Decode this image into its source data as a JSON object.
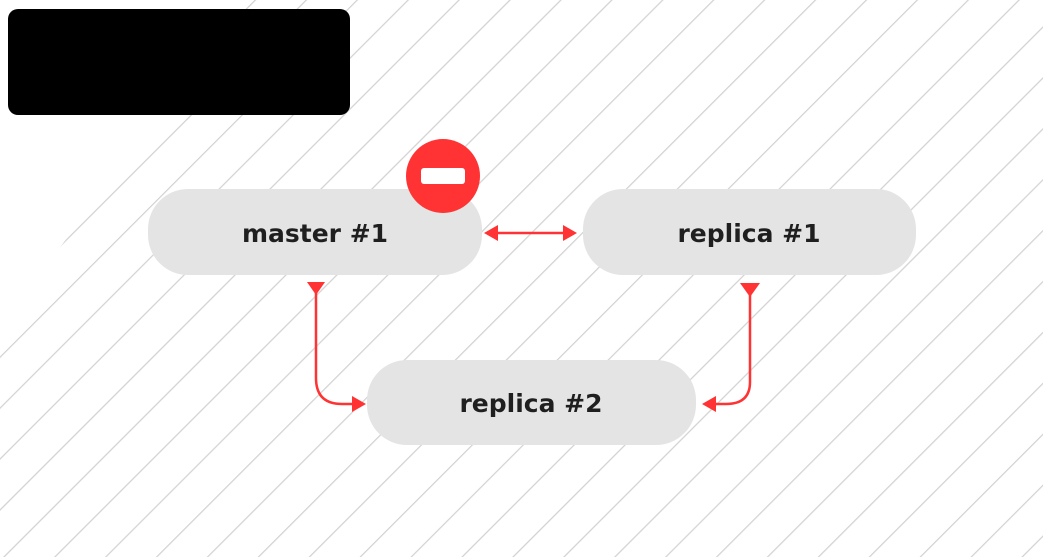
{
  "diagram": {
    "nodes": [
      {
        "id": "master-1",
        "label": "master #1",
        "status": "blocked"
      },
      {
        "id": "replica-1",
        "label": "replica #1"
      },
      {
        "id": "replica-2",
        "label": "replica #2"
      }
    ],
    "edges": [
      {
        "from": "master-1",
        "to": "replica-1",
        "direction": "both"
      },
      {
        "from": "master-1",
        "to": "replica-2",
        "direction": "forward"
      },
      {
        "from": "replica-1",
        "to": "replica-2",
        "direction": "forward"
      }
    ],
    "status_icon": "no-entry-icon",
    "redacted_block": true,
    "colors": {
      "accent": "#ff3333",
      "node_fill": "#e4e4e4",
      "node_text": "#1f1f1f",
      "hatch": "#d2d2d2",
      "redaction": "#000000"
    }
  }
}
